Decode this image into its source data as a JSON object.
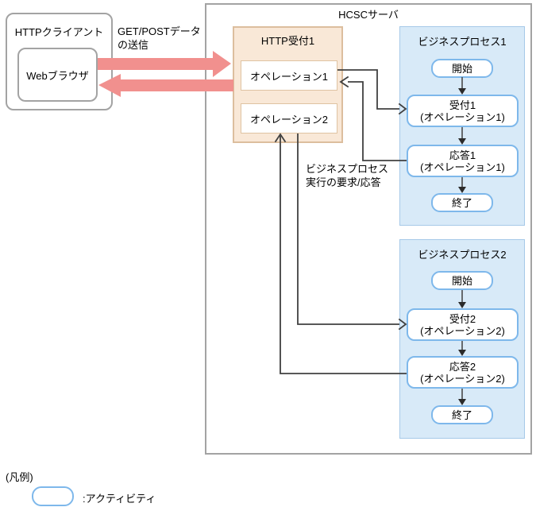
{
  "colors": {
    "pink_arrow": "#F1908E",
    "connector": "#404040",
    "flow_arrow": "#2B2B2B",
    "flow_line": "#4A4A4A",
    "http_reception_fill": "#F9E8D7",
    "http_reception_border": "#DCBE9E",
    "process_fill": "#D8EAF8",
    "activity_border": "#7EB8EB",
    "frame_border": "#A3A3A3"
  },
  "client": {
    "title": "HTTPクライアント",
    "browser_label": "Webブラウザ"
  },
  "request_label": {
    "line1": "GET/POSTデータ",
    "line2": "の送信"
  },
  "server": {
    "title": "HCSCサーバ",
    "http_reception": {
      "title": "HTTP受付1",
      "operation1": "オペレーション1",
      "operation2": "オペレーション2"
    },
    "bp_exec_label": {
      "line1": "ビジネスプロセス",
      "line2": "実行の要求/応答"
    },
    "processes": [
      {
        "title": "ビジネスプロセス1",
        "start": "開始",
        "receive_line1": "受付1",
        "receive_line2": "(オペレーション1)",
        "reply_line1": "応答1",
        "reply_line2": "(オペレーション1)",
        "end": "終了"
      },
      {
        "title": "ビジネスプロセス2",
        "start": "開始",
        "receive_line1": "受付2",
        "receive_line2": "(オペレーション2)",
        "reply_line1": "応答2",
        "reply_line2": "(オペレーション2)",
        "end": "終了"
      }
    ]
  },
  "legend": {
    "title": "(凡例)",
    "activity_label": ":アクティビティ"
  }
}
